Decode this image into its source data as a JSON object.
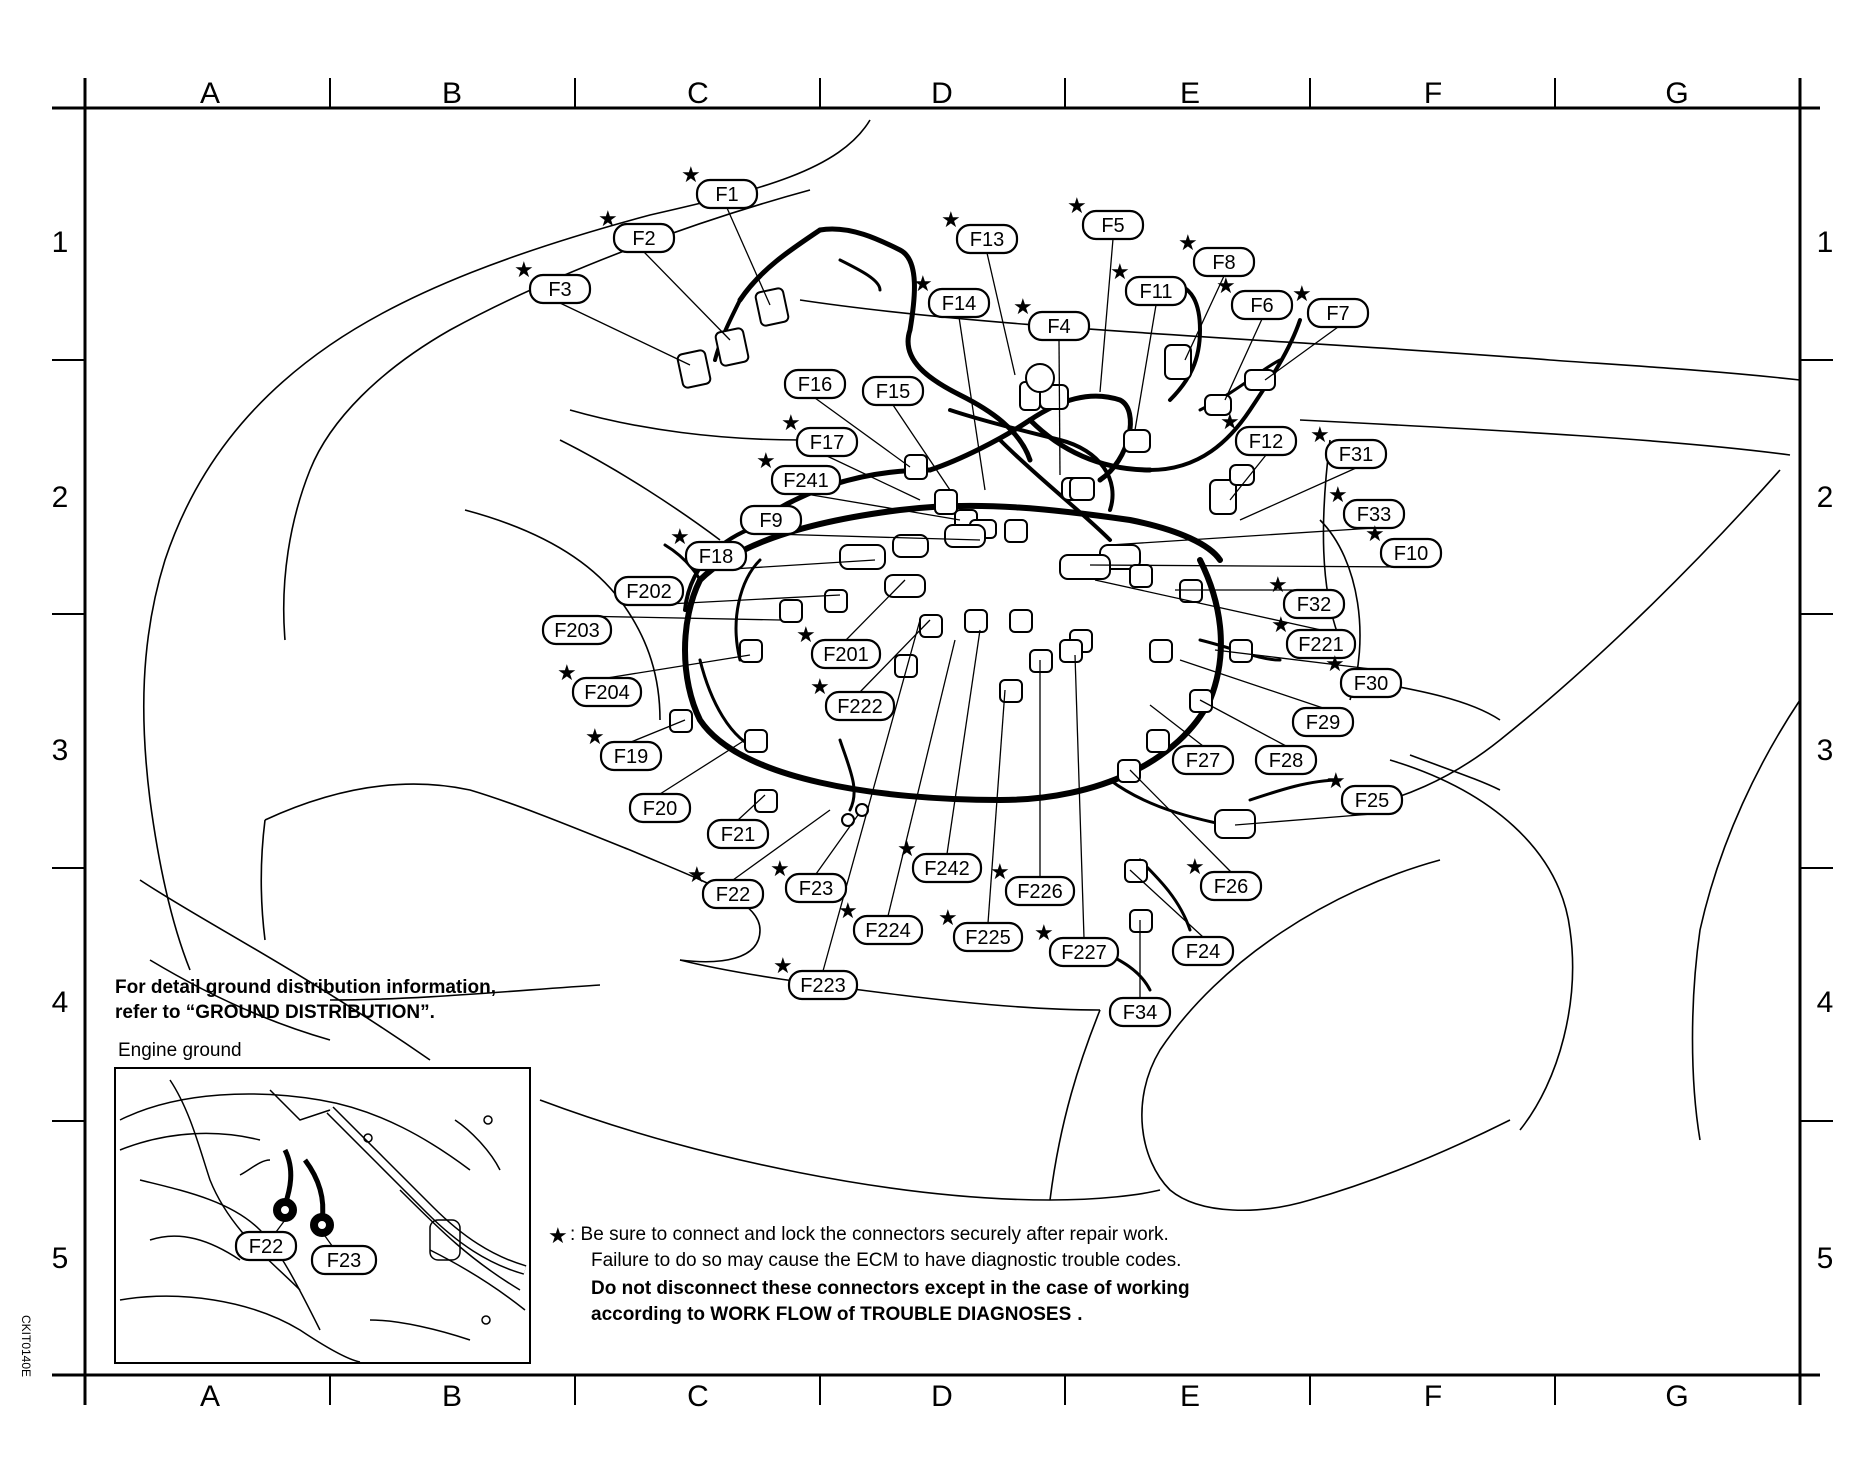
{
  "grid": {
    "columns": [
      "A",
      "B",
      "C",
      "D",
      "E",
      "F",
      "G"
    ],
    "rows": [
      "1",
      "2",
      "3",
      "4",
      "5"
    ]
  },
  "connectors": [
    {
      "id": "F1",
      "star": true
    },
    {
      "id": "F2",
      "star": true
    },
    {
      "id": "F3",
      "star": true
    },
    {
      "id": "F13",
      "star": true
    },
    {
      "id": "F5",
      "star": true
    },
    {
      "id": "F8",
      "star": true
    },
    {
      "id": "F11",
      "star": true
    },
    {
      "id": "F14",
      "star": true
    },
    {
      "id": "F4",
      "star": true
    },
    {
      "id": "F6",
      "star": true
    },
    {
      "id": "F7",
      "star": true
    },
    {
      "id": "F16",
      "star": false
    },
    {
      "id": "F15",
      "star": false
    },
    {
      "id": "F17",
      "star": true
    },
    {
      "id": "F12",
      "star": true
    },
    {
      "id": "F31",
      "star": true
    },
    {
      "id": "F241",
      "star": true
    },
    {
      "id": "F9",
      "star": false
    },
    {
      "id": "F33",
      "star": true
    },
    {
      "id": "F10",
      "star": true
    },
    {
      "id": "F18",
      "star": true
    },
    {
      "id": "F202",
      "star": false
    },
    {
      "id": "F32",
      "star": true
    },
    {
      "id": "F203",
      "star": false
    },
    {
      "id": "F201",
      "star": true
    },
    {
      "id": "F221",
      "star": true
    },
    {
      "id": "F204",
      "star": true
    },
    {
      "id": "F222",
      "star": true
    },
    {
      "id": "F30",
      "star": true
    },
    {
      "id": "F29",
      "star": false
    },
    {
      "id": "F19",
      "star": true
    },
    {
      "id": "F27",
      "star": false
    },
    {
      "id": "F28",
      "star": false
    },
    {
      "id": "F20",
      "star": false
    },
    {
      "id": "F25",
      "star": true
    },
    {
      "id": "F21",
      "star": false
    },
    {
      "id": "F242",
      "star": true
    },
    {
      "id": "F22",
      "star": true
    },
    {
      "id": "F23",
      "star": true
    },
    {
      "id": "F226",
      "star": true
    },
    {
      "id": "F26",
      "star": true
    },
    {
      "id": "F224",
      "star": true
    },
    {
      "id": "F225",
      "star": true
    },
    {
      "id": "F227",
      "star": true
    },
    {
      "id": "F24",
      "star": false
    },
    {
      "id": "F223",
      "star": true
    },
    {
      "id": "F34",
      "star": false
    }
  ],
  "ground_note": {
    "line1": "For detail ground distribution information,",
    "line2": "refer to “GROUND DISTRIBUTION”."
  },
  "inset": {
    "title": "Engine ground",
    "labels": [
      "F22",
      "F23"
    ]
  },
  "legend": {
    "symbol": "★",
    "line1": ": Be sure to connect and lock the connectors securely after repair work.",
    "line2": "Failure to do so may cause the ECM to have diagnostic trouble codes.",
    "line3": "Do not disconnect these connectors except in the case of working",
    "line4_main": "according to WORK FLOW of TROUBLE DIAGNOSES",
    "line4_end": "."
  },
  "figure_code": "CKIT0140E"
}
